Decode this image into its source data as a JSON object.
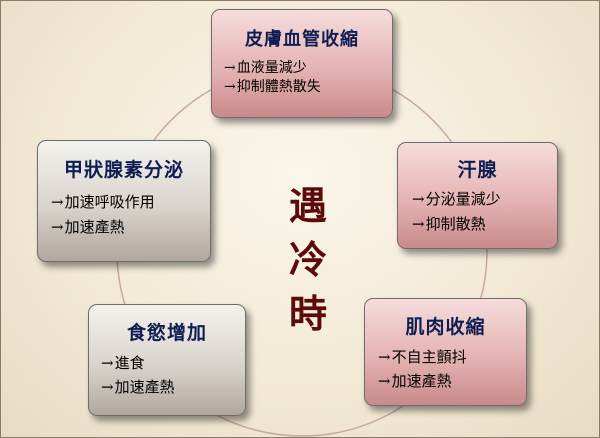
{
  "center": {
    "chars": [
      "遇",
      "冷",
      "時"
    ]
  },
  "arrow": "→",
  "colors": {
    "ring": "#c9a6a6",
    "title": "#0f1e52",
    "center": "#5c0a0a",
    "background": "#f3ead6"
  },
  "boxes": {
    "top": {
      "title": "皮膚血管收縮",
      "items": [
        "血液量減少",
        "抑制體熱散失"
      ],
      "color": "red"
    },
    "right": {
      "title": "汗腺",
      "items": [
        "分泌量減少",
        "抑制散熱"
      ],
      "color": "red"
    },
    "bottom_right": {
      "title": "肌肉收縮",
      "items": [
        "不自主顫抖",
        "加速產熱"
      ],
      "color": "red"
    },
    "bottom_left": {
      "title": "食慾增加",
      "items": [
        "進食",
        "加速產熱"
      ],
      "color": "gray"
    },
    "left": {
      "title": "甲狀腺素分泌",
      "items": [
        "加速呼吸作用",
        "加速產熱"
      ],
      "color": "gray"
    }
  }
}
